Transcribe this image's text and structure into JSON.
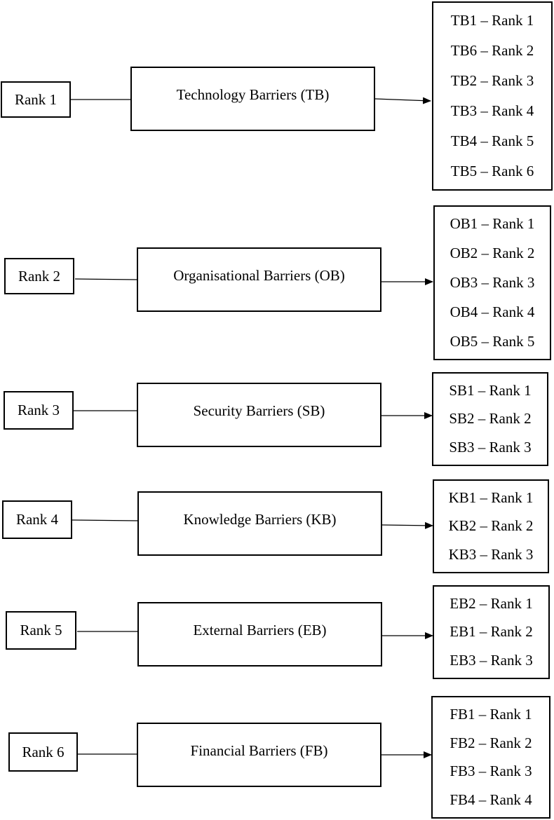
{
  "groups": [
    {
      "rank_label": "Rank 1",
      "barrier": "Technology Barriers (TB)",
      "items": [
        "TB1 – Rank 1",
        "TB6 – Rank 2",
        "TB2 – Rank 3",
        "TB3 – Rank 4",
        "TB4 – Rank 5",
        "TB5 – Rank 6"
      ]
    },
    {
      "rank_label": "Rank 2",
      "barrier": "Organisational Barriers (OB)",
      "items": [
        "OB1 – Rank 1",
        "OB2 – Rank 2",
        "OB3 – Rank 3",
        "OB4 – Rank 4",
        "OB5 – Rank 5"
      ]
    },
    {
      "rank_label": "Rank 3",
      "barrier": "Security Barriers (SB)",
      "items": [
        "SB1 – Rank 1",
        "SB2 – Rank 2",
        "SB3 – Rank 3"
      ]
    },
    {
      "rank_label": "Rank 4",
      "barrier": "Knowledge Barriers (KB)",
      "items": [
        "KB1 – Rank 1",
        "KB2 – Rank 2",
        "KB3 – Rank 3"
      ]
    },
    {
      "rank_label": "Rank 5",
      "barrier": "External Barriers (EB)",
      "items": [
        "EB2 – Rank 1",
        "EB1 – Rank 2",
        "EB3 – Rank 3"
      ]
    },
    {
      "rank_label": "Rank 6",
      "barrier": "Financial Barriers (FB)",
      "items": [
        "FB1 – Rank 1",
        "FB2 – Rank 2",
        "FB3 – Rank 3",
        "FB4 – Rank 4"
      ]
    }
  ]
}
